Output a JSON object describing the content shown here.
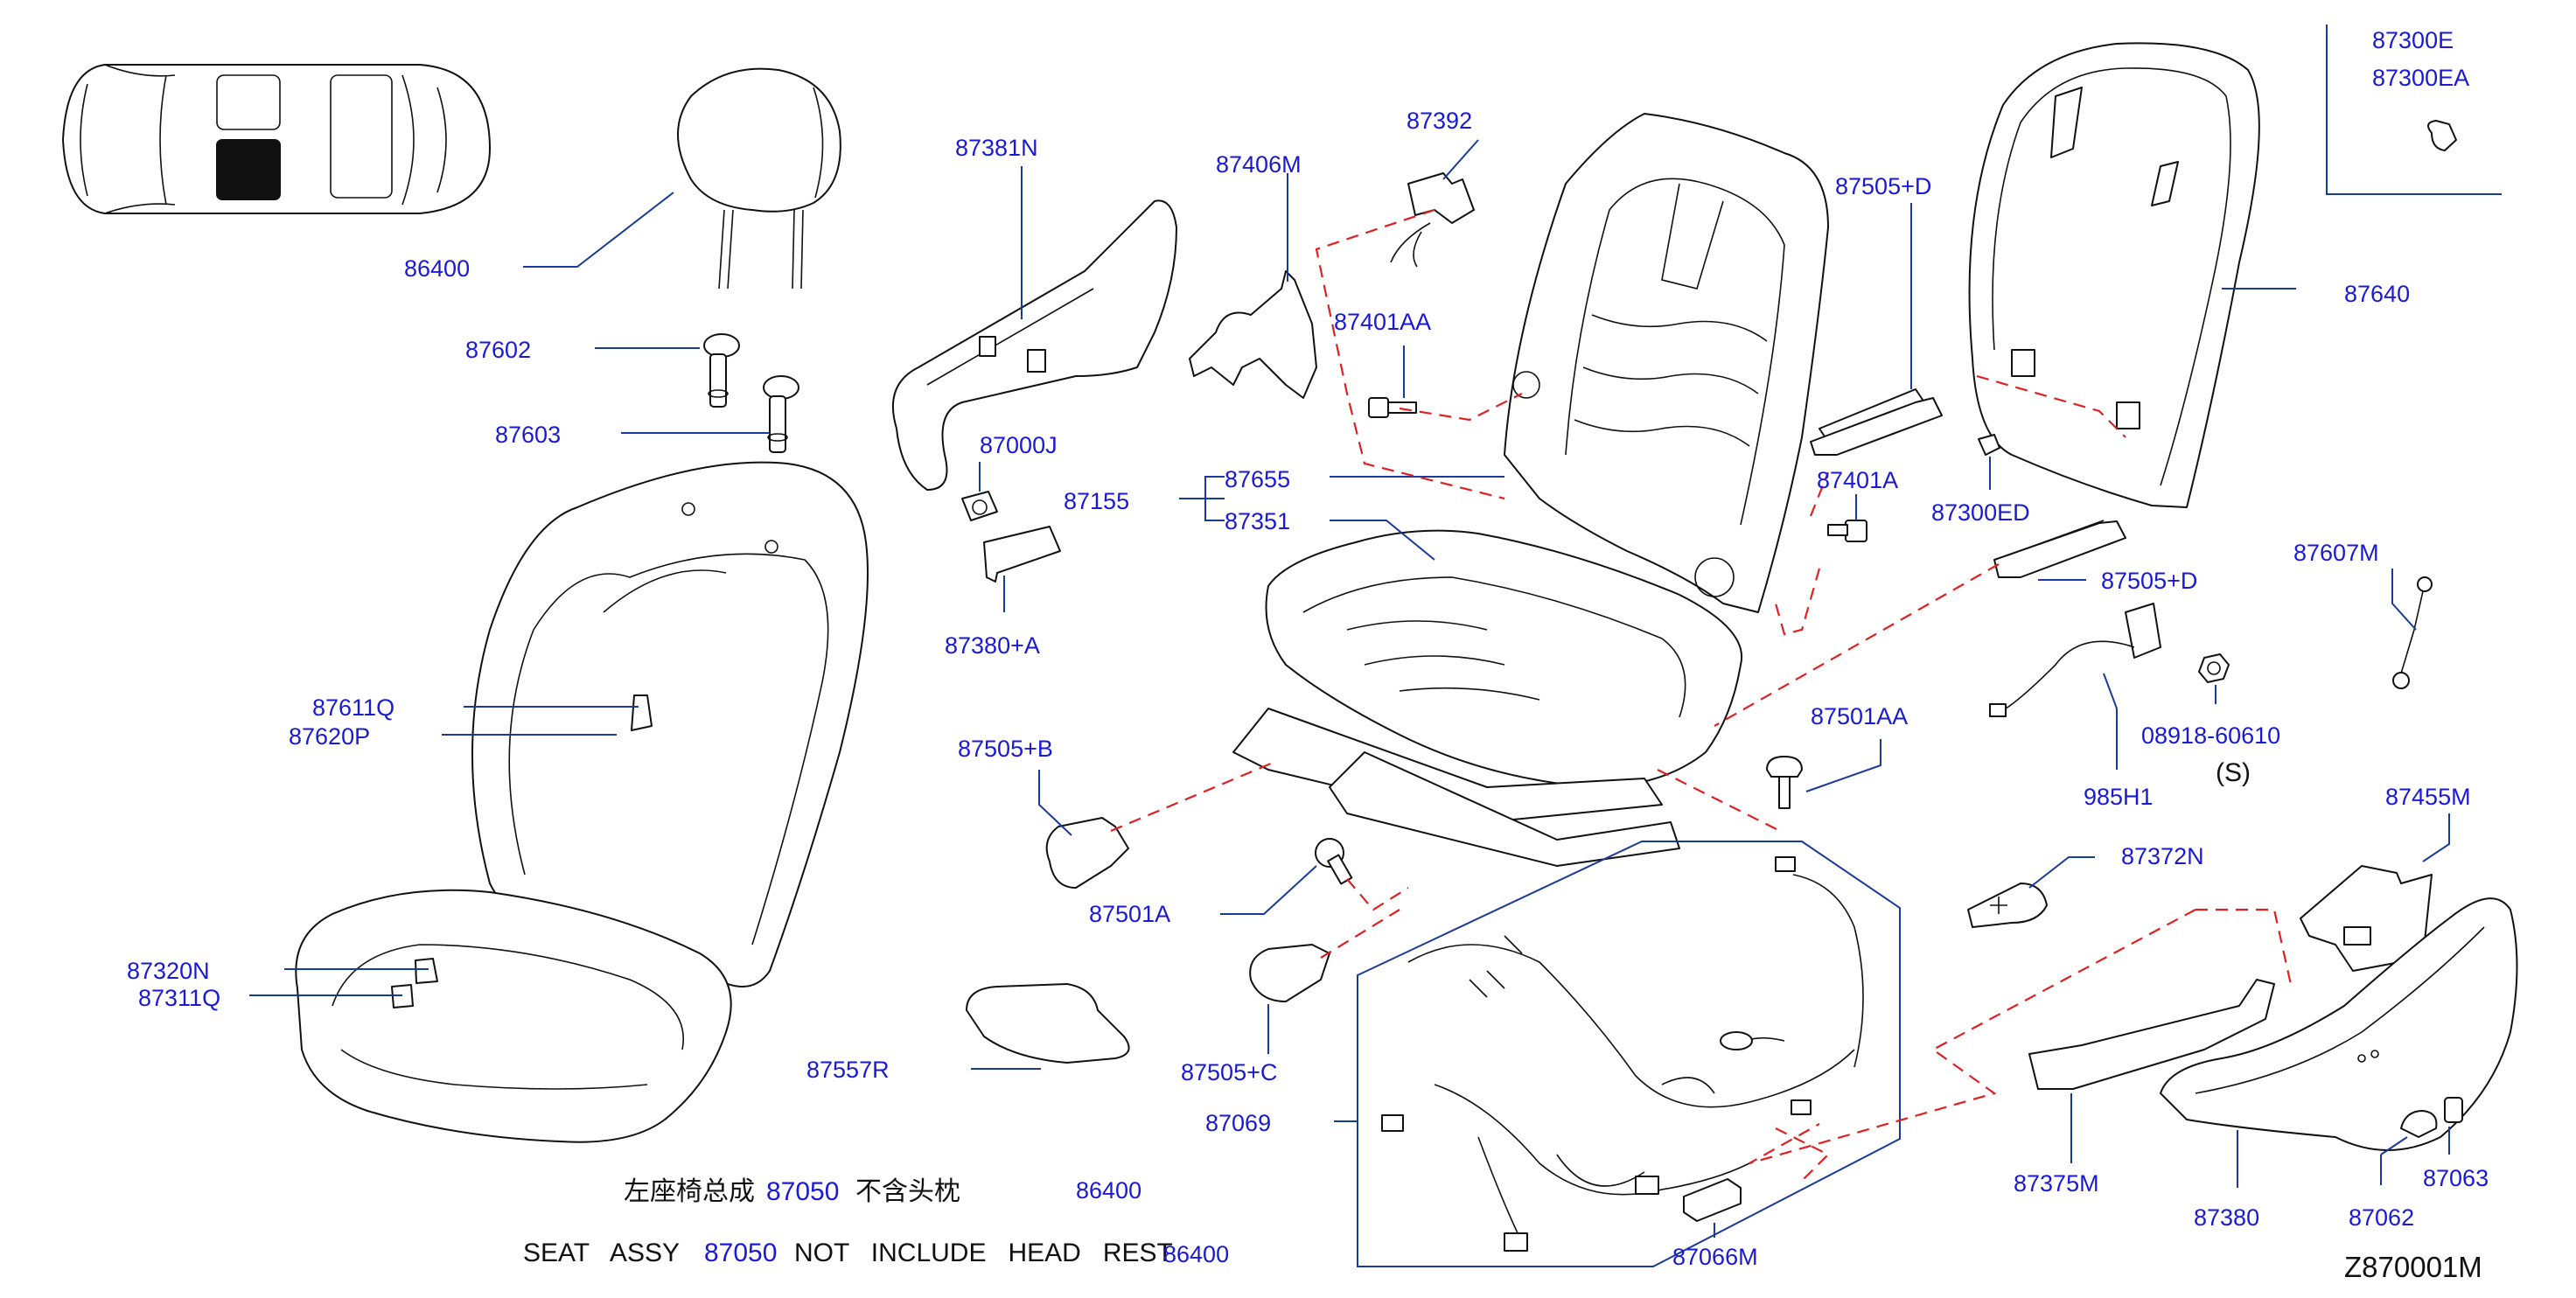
{
  "labels": {
    "l86400": "86400",
    "l87602": "87602",
    "l87603": "87603",
    "l87611Q": "87611Q",
    "l87620P": "87620P",
    "l87320N": "87320N",
    "l87311Q": "87311Q",
    "l87381N": "87381N",
    "l87000J": "87000J",
    "l87380A": "87380+A",
    "l87155": "87155",
    "l87655": "87655",
    "l87351": "87351",
    "l87406M": "87406M",
    "l87392": "87392",
    "l87401AA": "87401AA",
    "l87505B": "87505+B",
    "l87501A": "87501A",
    "l87557R": "87557R",
    "l87505C": "87505+C",
    "l87069": "87069",
    "l87066M": "87066M",
    "l87505D1": "87505+D",
    "l87401A": "87401A",
    "l87300ED": "87300ED",
    "l87505D2": "87505+D",
    "l87501AA": "87501AA",
    "l87300E": "87300E",
    "l87300EA": "87300EA",
    "l87640": "87640",
    "l87607M": "87607M",
    "l08918": "08918-60610",
    "lS": "(S)",
    "l985H1": "985H1",
    "l87455M": "87455M",
    "l87372N": "87372N",
    "l87375M": "87375M",
    "l87380": "87380",
    "l87062": "87062",
    "l87063": "87063"
  },
  "captions": {
    "cn_prefix": "左座椅总成",
    "cn_num": "87050",
    "cn_suffix": "不含头枕",
    "cn_ref": "86400",
    "en_prefix": "SEAT   ASSY",
    "en_num": "87050",
    "en_suffix": "NOT   INCLUDE   HEAD   REST",
    "en_ref": "86400"
  },
  "diagram_code": "Z870001M"
}
